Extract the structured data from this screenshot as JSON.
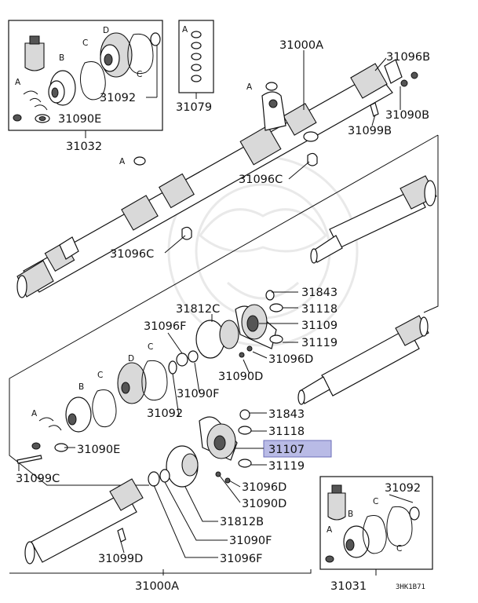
{
  "diagram": {
    "reference_code": "3HK1B71",
    "highlight_color": "#b9bbe6",
    "labels": {
      "a_31000A_top": "31000A",
      "a_31096B": "31096B",
      "a_31090B": "31090B",
      "a_31099B": "31099B",
      "a_31096C_1": "31096C",
      "a_31096C_2": "31096C",
      "a_A_1": "A",
      "a_A_2": "A",
      "a_31032": "31032",
      "a_31079": "31079",
      "a_31092_top": "31092",
      "a_31090E_top": "31090E",
      "a_B_top": "B",
      "a_C_top1": "C",
      "a_D_top": "D",
      "a_C_top2": "C",
      "a_A_top": "A",
      "a_A_31079": "A",
      "a_31843_1": "31843",
      "a_31118_1": "31118",
      "a_31109": "31109",
      "a_31119_1": "31119",
      "a_31812C": "31812C",
      "a_31096F_1": "31096F",
      "a_31096D_1": "31096D",
      "a_31090D_1": "31090D",
      "a_31090F_1": "31090F",
      "a_31092_mid": "31092",
      "a_C_mid1": "C",
      "a_C_mid2": "C",
      "a_D_mid": "D",
      "a_B_mid": "B",
      "a_A_mid": "A",
      "a_31090E_mid": "31090E",
      "a_31099C": "31099C",
      "a_31843_2": "31843",
      "a_31118_2": "31118",
      "a_31107": "31107",
      "a_31119_2": "31119",
      "a_31096D_2": "31096D",
      "a_31090D_2": "31090D",
      "a_31812B": "31812B",
      "a_31090F_2": "31090F",
      "a_31096F_2": "31096F",
      "a_31099D": "31099D",
      "a_31000A_bottom": "31000A",
      "a_31092_br": "31092",
      "a_A_br": "A",
      "a_B_br": "B",
      "a_C_br1": "C",
      "a_C_br2": "C",
      "a_31031": "31031"
    }
  }
}
